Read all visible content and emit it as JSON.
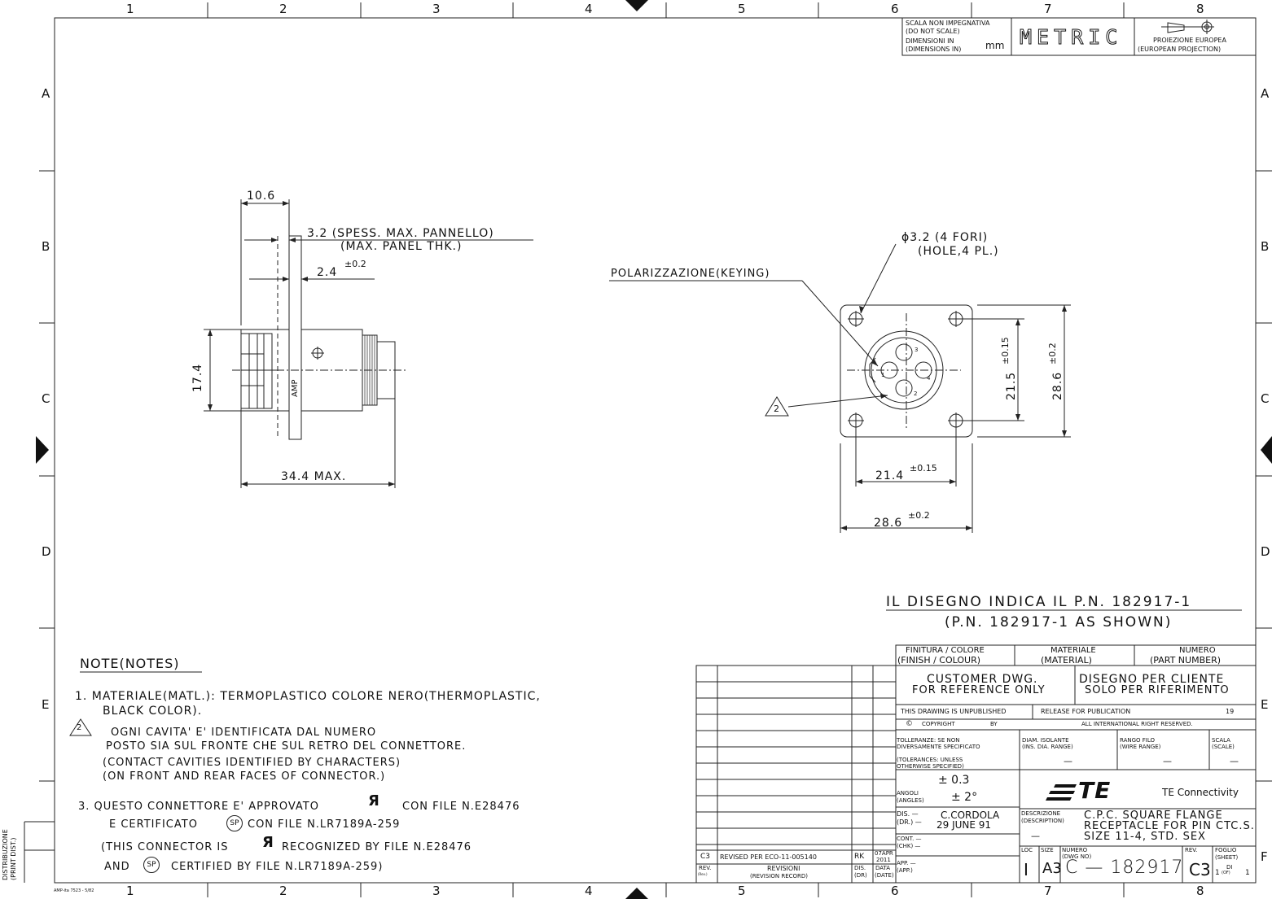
{
  "frame": {
    "cols": [
      "1",
      "2",
      "3",
      "4",
      "5",
      "6",
      "7",
      "8"
    ],
    "rows": [
      "A",
      "B",
      "C",
      "D",
      "E",
      "F"
    ],
    "distribution": [
      "DISTRIBUZIONE",
      "(PRINT DIST.)"
    ],
    "form_code": "AMP-ita 7523 - 5/82"
  },
  "header": {
    "scale_note": [
      "SCALA NON IMPEGNATIVA",
      "(DO NOT SCALE)",
      "DIMENSIONI IN",
      "(DIMENSIONS IN)"
    ],
    "units": "mm",
    "metric": "METRIC",
    "projection": [
      "PROIEZIONE EUROPEA",
      "(EUROPEAN PROJECTION)"
    ]
  },
  "side_view": {
    "dim_top": "10.6",
    "panel_thk": [
      "3.2 (SPESS. MAX. PANNELLO)",
      "(MAX. PANEL THK.)"
    ],
    "dim_24": "2.4",
    "tol_02": "±0.2",
    "dim_174": "17.4",
    "dim_344": "34.4 MAX.",
    "amp_mark": "AMP"
  },
  "front_view": {
    "hole_spec": [
      "ϕ3.2     (4 FORI)",
      "(HOLE,4 PL.)"
    ],
    "keying": "POLARIZZAZIONE(KEYING)",
    "dim_215": "21.5",
    "tol_015": "±0.15",
    "dim_286v": "28.6",
    "tol_02v": "±0.2",
    "dim_214": "21.4",
    "tol_015h": "±0.15",
    "dim_286h": "28.6",
    "tol_02h": "±0.2",
    "note_flag": "2",
    "cavity_nums": [
      "1",
      "2",
      "3",
      "4"
    ]
  },
  "shown_pn": [
    "IL DISEGNO INDICA IL P.N. 182917-1",
    "(P.N. 182917-1 AS SHOWN)"
  ],
  "notes": {
    "title": "NOTE(NOTES)",
    "lines": [
      "1. MATERIALE(MATL.): TERMOPLASTICO COLORE NERO(THERMOPLASTIC,",
      "BLACK COLOR).",
      "OGNI CAVITA' E' IDENTIFICATA DAL NUMERO",
      "POSTO SIA SUL FRONTE CHE SUL RETRO DEL CONNETTORE.",
      "(CONTACT CAVITIES IDENTIFIED BY CHARACTERS)",
      "(ON FRONT AND REAR FACES OF CONNECTOR.)",
      "3. QUESTO CONNETTORE E' APPROVATO",
      "CON FILE N.E28476",
      "E CERTIFICATO",
      "CON FILE N.LR7189A-259",
      "(THIS CONNECTOR IS",
      "RECOGNIZED BY FILE N.E28476",
      "AND",
      "CERTIFIED BY FILE N.LR7189A-259)"
    ],
    "flag2": "2"
  },
  "revision_table": {
    "rev": "C3",
    "desc": "REVISED PER ECO-11-005140",
    "dr": "RK",
    "date": [
      "07APR",
      "2011"
    ],
    "hdr_rev": [
      "REV.",
      "(Rev.)"
    ],
    "hdr_desc": [
      "REVISIONI",
      "(REVISION RECORD)"
    ],
    "hdr_dis": [
      "DIS.",
      "(DR)"
    ],
    "hdr_data": [
      "DATA",
      "(DATE)"
    ]
  },
  "title_block": {
    "finish": [
      "FINITURA / COLORE",
      "(FINISH / COLOUR)"
    ],
    "material": [
      "MATERIALE",
      "(MATERIAL)"
    ],
    "number": [
      "NUMERO",
      "(PART NUMBER)"
    ],
    "customer": [
      "CUSTOMER DWG.",
      "FOR REFERENCE ONLY"
    ],
    "cliente": [
      "DISEGNO PER CLIENTE",
      "SOLO PER RIFERIMENTO"
    ],
    "unpublished": "THIS DRAWING IS UNPUBLISHED",
    "release": "RELEASE FOR PUBLICATION",
    "release_year": "19",
    "copyright": "COPYRIGHT",
    "by": "BY",
    "rights": "ALL INTERNATIONAL RIGHT RESERVED.",
    "toler": [
      "TOLLERANZE: SE NON",
      "DIVERSAMENTE SPECIFICATO",
      "(TOLERANCES: UNLESS",
      "OTHERWISE SPECIFIED)"
    ],
    "tol_lin": "± 0.3",
    "angoli": [
      "ANGOLI",
      "(ANGLES)"
    ],
    "tol_ang": "± 2°",
    "diam": [
      "DIAM. ISOLANTE",
      "(INS. DIA. RANGE)"
    ],
    "rango": [
      "RANGO FILO",
      "(WIRE RANGE)"
    ],
    "scala": [
      "SCALA",
      "(SCALE)"
    ],
    "dash": "—",
    "brand": "TE",
    "company": "TE Connectivity",
    "dis": [
      "DIS. —",
      "(DR.) —"
    ],
    "drafter": "C.CORDOLA",
    "draw_date": "29 JUNE 91",
    "cont": [
      "CONT. —",
      "(CHK) —"
    ],
    "app": [
      "APP. —",
      "(APP.)"
    ],
    "descr": [
      "DESCRIZIONE",
      "(DESCRIPTION)"
    ],
    "title": [
      "C.P.C. SQUARE FLANGE",
      "RECEPTACLE FOR PIN CTC.S.",
      "SIZE 11-4, STD. SEX"
    ],
    "loc_label": "LOC",
    "size_label": "SIZE",
    "num_label": [
      "NUMERO",
      "(DWG NO)"
    ],
    "rev_label": "REV.",
    "sheet_label": [
      "FOGLIO",
      "(SHEET)"
    ],
    "loc": "I",
    "size": "A3",
    "dwg_no": "C — 182917",
    "rev": "C3",
    "sheet": [
      "1",
      "DI",
      "(OF)",
      "1"
    ]
  }
}
